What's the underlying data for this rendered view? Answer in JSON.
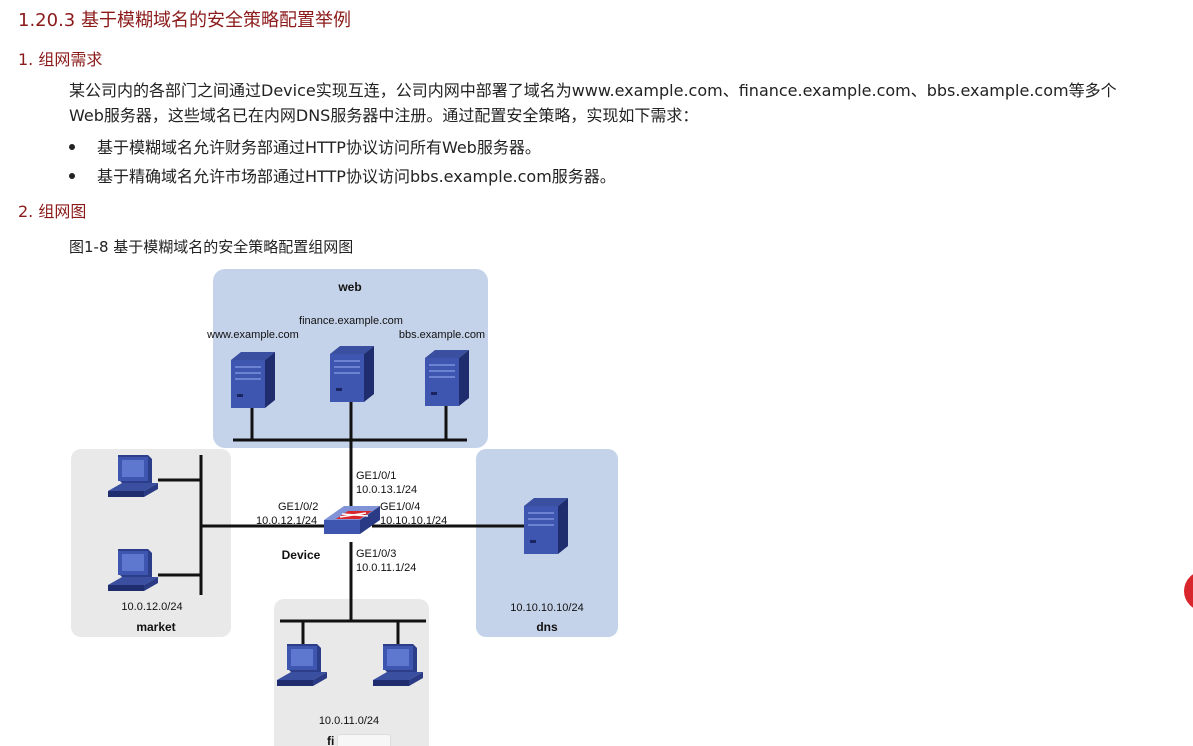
{
  "section_title": "1.20.3  基于模糊域名的安全策略配置举例",
  "sub1": "1. 组网需求",
  "intro_line1": "某公司内的各部门之间通过Device实现互连，公司内网中部署了域名为www.example.com、finance.example.com、bbs.example.com等多个",
  "intro_line2": "Web服务器，这些域名已在内网DNS服务器中注册。通过配置安全策略，实现如下需求：",
  "bullets": [
    "基于模糊域名允许财务部通过HTTP协议访问所有Web服务器。",
    "基于精确域名允许市场部通过HTTP协议访问bbs.example.com服务器。"
  ],
  "sub2": "2. 组网图",
  "figure_caption": "图1-8 基于模糊域名的安全策略配置组网图",
  "diagram": {
    "web_zone": "web",
    "server_www": "www.example.com",
    "server_finance": "finance.example.com",
    "server_bbs": "bbs.example.com",
    "device": "Device",
    "ge1_port": "GE1/0/1",
    "ge1_ip": "10.0.13.1/24",
    "ge2_port": "GE1/0/2",
    "ge2_ip": "10.0.12.1/24",
    "ge3_port": "GE1/0/3",
    "ge3_ip": "10.0.11.1/24",
    "ge4_port": "GE1/0/4",
    "ge4_ip": "10.10.10.1/24",
    "market_subnet": "10.0.12.0/24",
    "market_zone": "market",
    "dns_ip": "10.10.10.10/24",
    "dns_zone": "dns",
    "finance_subnet": "10.0.11.0/24",
    "finance_zone": "fi"
  },
  "colors": {
    "heading": "#8b1a1a",
    "blue_zone": "#c5d3ea",
    "gray_zone": "#e9e9e9",
    "device_red": "#d9262c"
  }
}
